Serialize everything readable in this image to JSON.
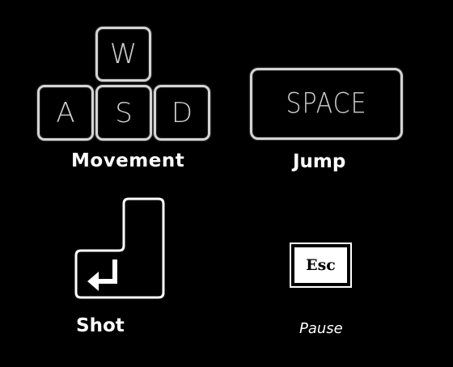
{
  "colors": {
    "background": "#000000",
    "key_outline": "#d4d4d4",
    "label_text": "#ffffff",
    "esc_face": "#ffffff",
    "esc_text": "#000000"
  },
  "controls": {
    "movement": {
      "keys": [
        "W",
        "A",
        "S",
        "D"
      ],
      "label": "Movement"
    },
    "jump": {
      "key": "SPACE",
      "label": "Jump"
    },
    "shot": {
      "key_icon": "enter-return-arrow-icon",
      "label": "Shot"
    },
    "pause": {
      "key": "Esc",
      "label": "Pause"
    }
  }
}
